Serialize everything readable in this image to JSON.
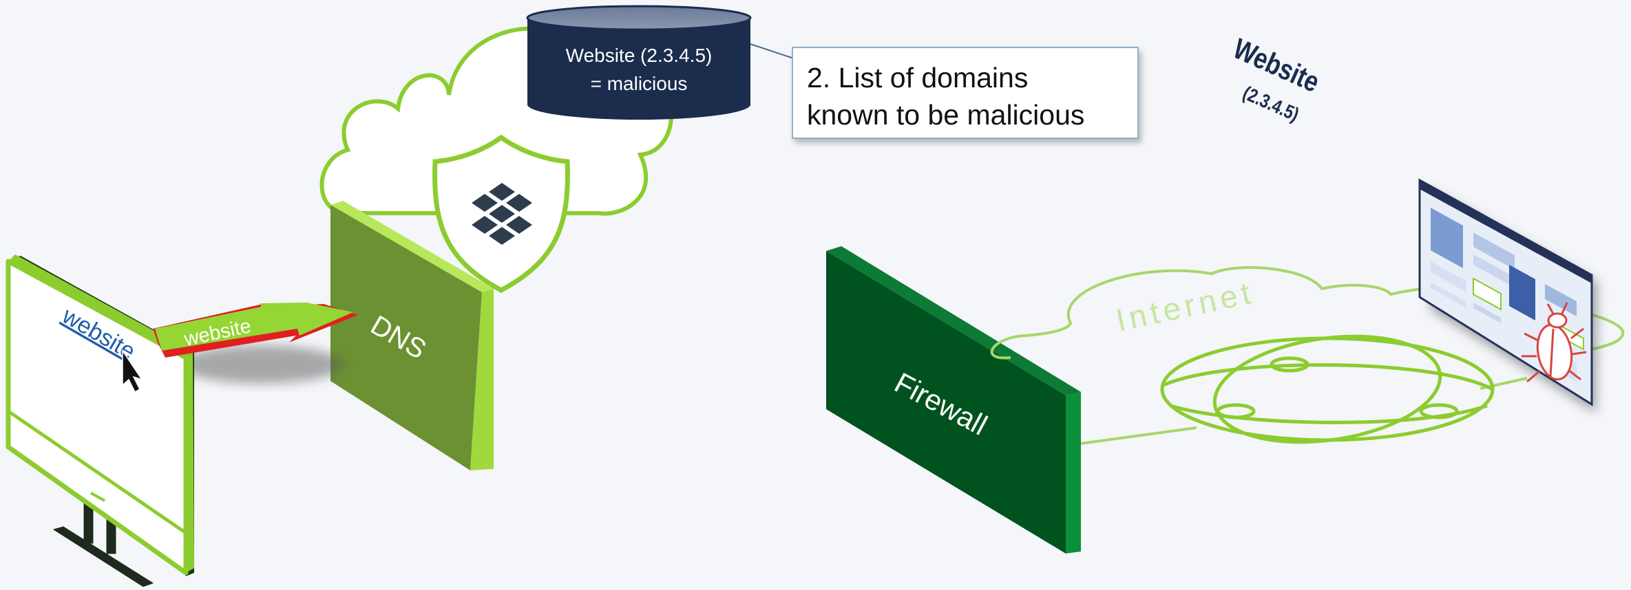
{
  "database": {
    "line1": "Website (2.3.4.5)",
    "line2": "= malicious"
  },
  "callout": {
    "line1": "2. List of domains",
    "line2": "known to be malicious"
  },
  "labels": {
    "monitor_link": "website",
    "arrow": "website",
    "dns": "DNS",
    "firewall": "Firewall",
    "internet": "Internet",
    "site_title": "Website",
    "site_ip": "(2.3.4.5)"
  },
  "colors": {
    "lime": "#8ccc2f",
    "dns_front": "#6b9132",
    "dns_side": "#9fd93d",
    "firewall_front": "#00531f",
    "firewall_side": "#0a8f3a",
    "database": "#1b2c4d",
    "arrow_fill": "#94d633",
    "arrow_outline": "#e02020",
    "link_blue": "#1f5fa8"
  },
  "icons": {
    "shield": "shield-icon",
    "cursor": "cursor-icon",
    "bug": "bug-icon",
    "globe": "globe-icon",
    "cloud": "cloud-icon",
    "database": "database-icon"
  }
}
